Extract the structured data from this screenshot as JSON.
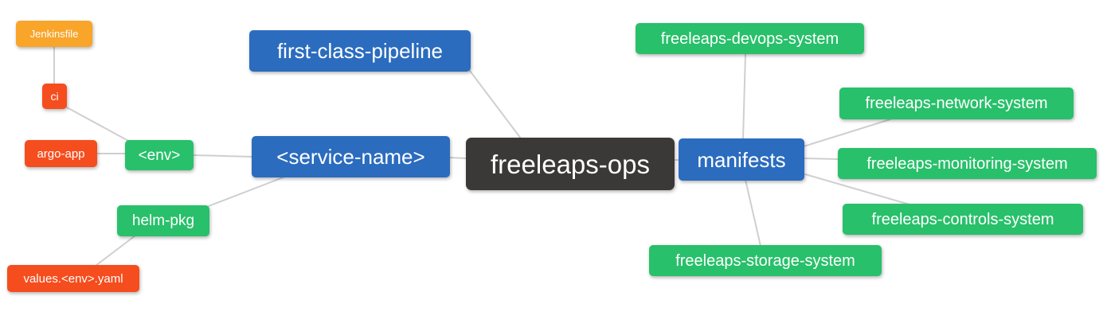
{
  "diagram": {
    "type": "mindmap",
    "root_label": "freeleaps-ops",
    "nodes": {
      "root": {
        "label": "freeleaps-ops",
        "color": "dark"
      },
      "first_class_pipeline": {
        "label": "first-class-pipeline",
        "color": "blue"
      },
      "service_name": {
        "label": "<service-name>",
        "color": "blue"
      },
      "manifests": {
        "label": "manifests",
        "color": "blue"
      },
      "env": {
        "label": "<env>",
        "color": "green"
      },
      "ci": {
        "label": "ci",
        "color": "red"
      },
      "jenkinsfile": {
        "label": "Jenkinsfile",
        "color": "orange"
      },
      "argo_app": {
        "label": "argo-app",
        "color": "red"
      },
      "helm_pkg": {
        "label": "helm-pkg",
        "color": "green"
      },
      "values_env_yaml": {
        "label": "values.<env>.yaml",
        "color": "red"
      },
      "devops_system": {
        "label": "freeleaps-devops-system",
        "color": "green"
      },
      "network_system": {
        "label": "freeleaps-network-system",
        "color": "green"
      },
      "monitoring_system": {
        "label": "freeleaps-monitoring-system",
        "color": "green"
      },
      "controls_system": {
        "label": "freeleaps-controls-system",
        "color": "green"
      },
      "storage_system": {
        "label": "freeleaps-storage-system",
        "color": "green"
      }
    },
    "edges": [
      {
        "from": "jenkinsfile",
        "to": "ci"
      },
      {
        "from": "ci",
        "to": "env"
      },
      {
        "from": "argo_app",
        "to": "env"
      },
      {
        "from": "env",
        "to": "service_name"
      },
      {
        "from": "helm_pkg",
        "to": "service_name"
      },
      {
        "from": "values_env_yaml",
        "to": "helm_pkg"
      },
      {
        "from": "service_name",
        "to": "root"
      },
      {
        "from": "first_class_pipeline",
        "to": "root"
      },
      {
        "from": "root",
        "to": "manifests"
      },
      {
        "from": "manifests",
        "to": "devops_system"
      },
      {
        "from": "manifests",
        "to": "network_system"
      },
      {
        "from": "manifests",
        "to": "monitoring_system"
      },
      {
        "from": "manifests",
        "to": "controls_system"
      },
      {
        "from": "manifests",
        "to": "storage_system"
      }
    ]
  },
  "colors": {
    "blue": "#2b6cbe",
    "green": "#28c06a",
    "orange": "#f8a52a",
    "red": "#f54d1e",
    "dark": "#3b3938",
    "edge": "#cfcfcf",
    "text": "#ffffff",
    "background": "#ffffff"
  }
}
